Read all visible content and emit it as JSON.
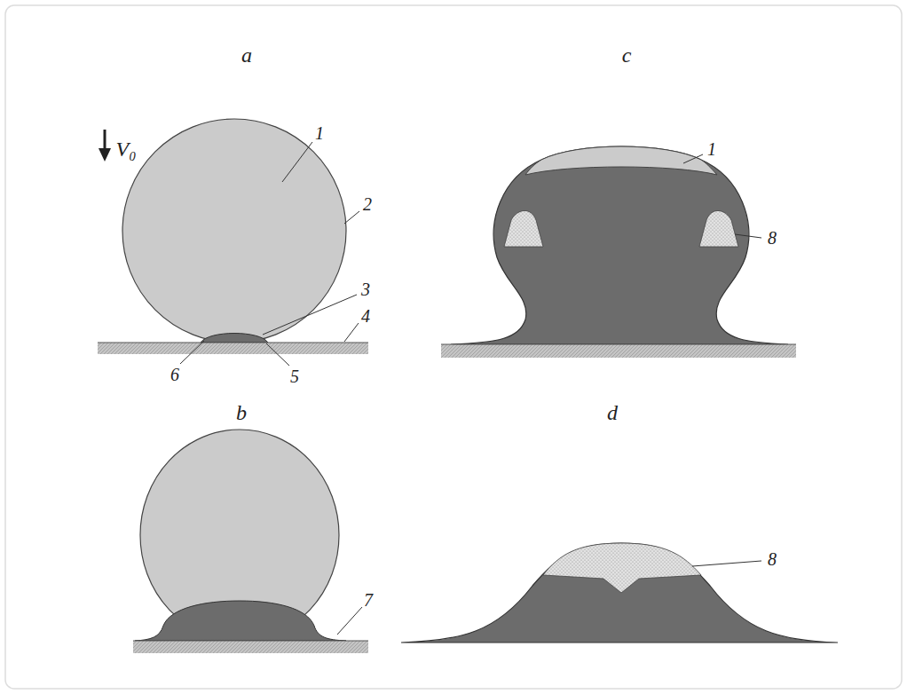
{
  "diagram": {
    "labels": [
      "a",
      "V₀",
      "1",
      "2",
      "3",
      "4",
      "6",
      "5",
      "b",
      "7",
      "c",
      "1",
      "8",
      "d",
      "8"
    ]
  }
}
